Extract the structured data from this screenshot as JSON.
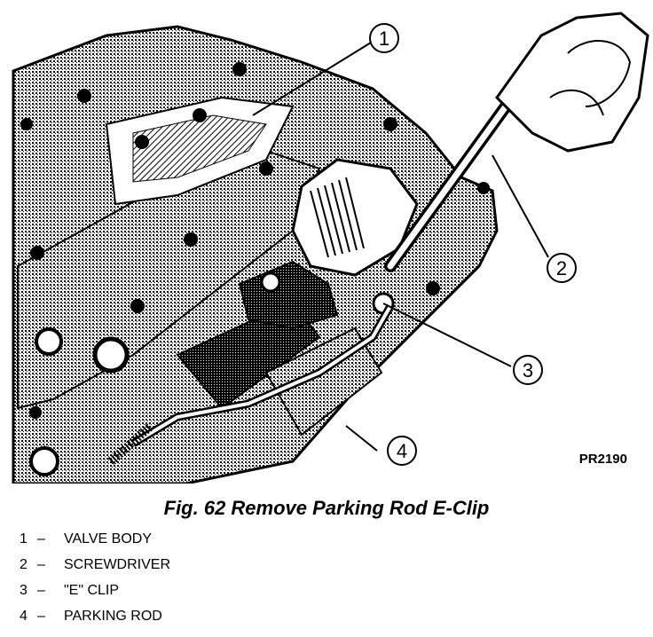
{
  "figure": {
    "code": "PR2190",
    "caption": "Fig. 62 Remove Parking Rod E-Clip"
  },
  "callouts": [
    {
      "number": "1",
      "label": "VALVE BODY"
    },
    {
      "number": "2",
      "label": "SCREWDRIVER"
    },
    {
      "number": "3",
      "label": "\"E\" CLIP"
    },
    {
      "number": "4",
      "label": "PARKING ROD"
    }
  ],
  "legend_dash": "–"
}
